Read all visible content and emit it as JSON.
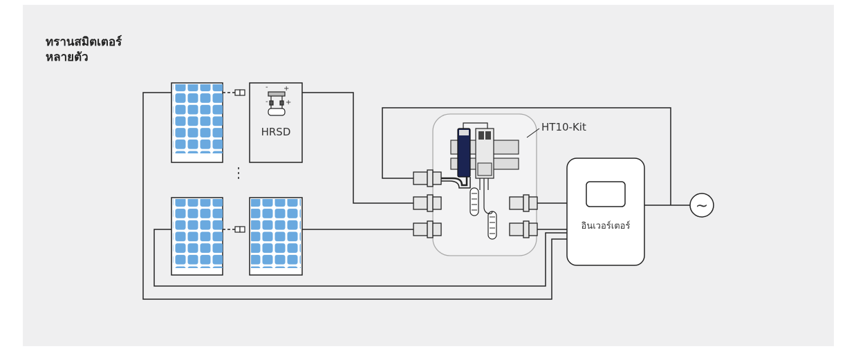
{
  "title": {
    "line1": "ทรานสมิตเตอร์",
    "line2": "หลายตัว"
  },
  "labels": {
    "hrsd": "HRSD",
    "kit": "HT10-Kit",
    "inverter": "อินเวอร์เตอร์",
    "ac_symbol": "~",
    "minus": "-",
    "plus": "+"
  },
  "colors": {
    "background": "#efeff0",
    "solar_cell": "#6aa9df",
    "wire": "#222222",
    "inverter_fill": "#ffffff"
  }
}
